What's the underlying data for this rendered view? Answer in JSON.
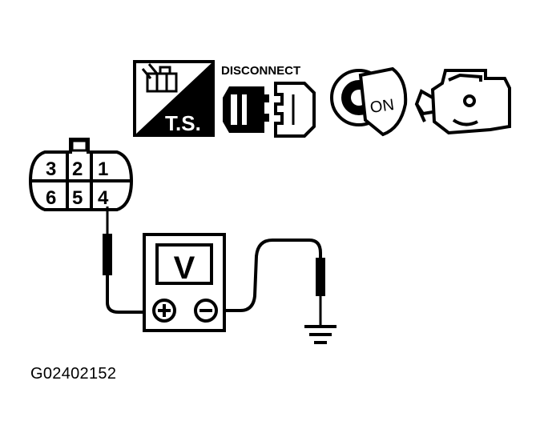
{
  "icons": {
    "ts_label": "T.S.",
    "disconnect_label": "DISCONNECT",
    "ignition_label": "ON"
  },
  "connector": {
    "pins_top": [
      "3",
      "2",
      "1"
    ],
    "pins_bottom": [
      "6",
      "5",
      "4"
    ]
  },
  "meter": {
    "mode_label": "V"
  },
  "figure_code": "G02402152"
}
